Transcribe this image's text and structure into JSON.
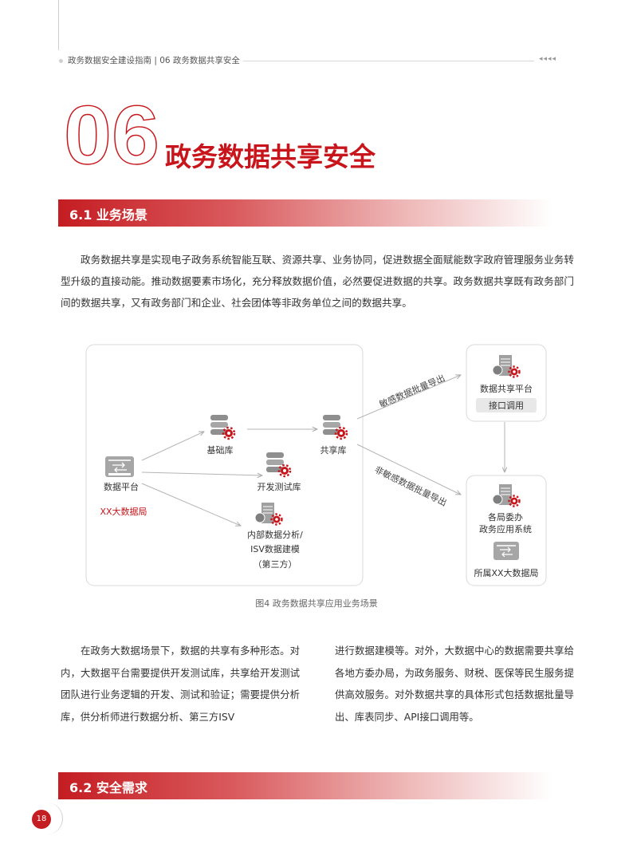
{
  "header": {
    "running_title": "政务数据安全建设指南 | 06 政务数据共享安全",
    "arrows": "◂◂◂◂"
  },
  "chapter": {
    "number": "06",
    "title": "政务数据共享安全"
  },
  "section1": {
    "heading": "6.1 业务场景",
    "paragraph": "政务数据共享是实现电子政务系统智能互联、资源共享、业务协同，促进数据全面赋能数字政府管理服务业务转型升级的直接动能。推动数据要素市场化，充分释放数据价值，必然要促进数据的共享。政务数据共享既有政务部门间的数据共享，又有政务部门和企业、社会团体等非政务单位之间的数据共享。"
  },
  "diagram": {
    "data_platform": "数据平台",
    "bureau": "XX大数据局",
    "base_db": "基础库",
    "shared_db": "共享库",
    "dev_test_db": "开发测试库",
    "internal_line1": "内部数据分析/",
    "internal_line2": "ISV数据建模",
    "internal_line3": "（第三方）",
    "sensitive_export": "敏感数据批量导出",
    "nonsensitive_export": "非敏感数据批量导出",
    "share_platform": "数据共享平台",
    "api_call": "接口调用",
    "committees_line1": "各局委办",
    "committees_line2": "政务应用系统",
    "sub_bureau": "所属XX大数据局",
    "caption": "图4 政务数据共享应用业务场景"
  },
  "body": {
    "col1": "在政务大数据场景下，数据的共享有多种形态。对内，大数据平台需要提供开发测试库，共享给开发测试团队进行业务逻辑的开发、测试和验证；需要提供分析库，供分析师进行数据分析、第三方ISV",
    "col2": "进行数据建模等。对外，大数据中心的数据需要共享给各地方委办局，为政务服务、财税、医保等民生服务提供高效服务。对外数据共享的具体形式包括数据批量导出、库表同步、API接口调用等。"
  },
  "section2": {
    "heading": "6.2 安全需求"
  },
  "page": {
    "number": "18"
  },
  "colors": {
    "accent": "#c8151b",
    "icon_gray": "#9b9b9b",
    "box_border": "#d9d9d9"
  }
}
